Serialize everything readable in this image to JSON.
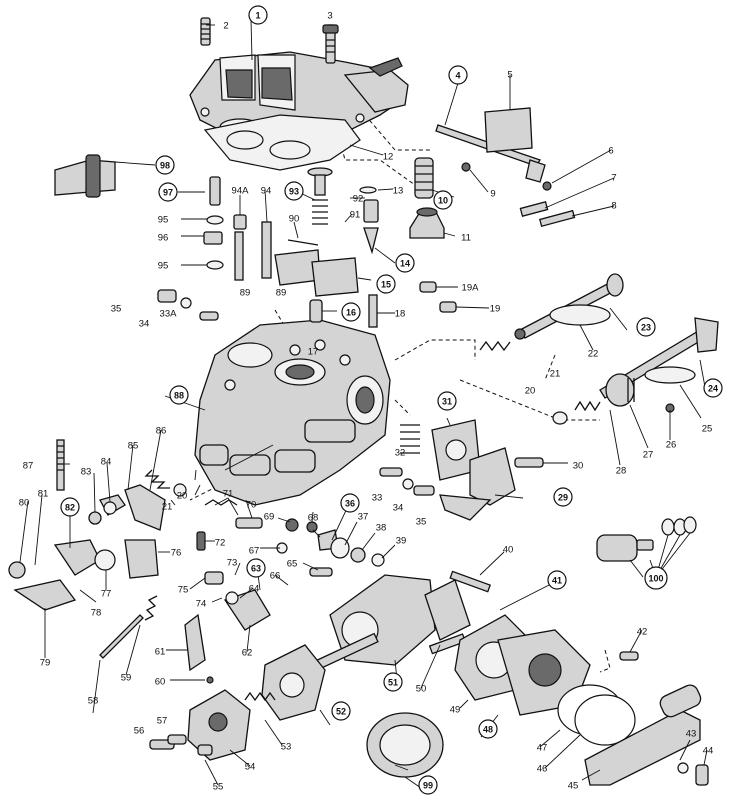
{
  "diagram": {
    "title_hidden": "",
    "labels": [
      {
        "id": "1",
        "text": "1",
        "circled": true
      },
      {
        "id": "2",
        "text": "2",
        "circled": false
      },
      {
        "id": "3",
        "text": "3",
        "circled": false
      },
      {
        "id": "4",
        "text": "4",
        "circled": true
      },
      {
        "id": "5",
        "text": "5",
        "circled": false
      },
      {
        "id": "6",
        "text": "6",
        "circled": false
      },
      {
        "id": "7",
        "text": "7",
        "circled": false
      },
      {
        "id": "8",
        "text": "8",
        "circled": false
      },
      {
        "id": "9",
        "text": "9",
        "circled": false
      },
      {
        "id": "10",
        "text": "10",
        "circled": true
      },
      {
        "id": "11",
        "text": "11",
        "circled": false
      },
      {
        "id": "12",
        "text": "12",
        "circled": false
      },
      {
        "id": "13",
        "text": "13",
        "circled": false
      },
      {
        "id": "14",
        "text": "14",
        "circled": true
      },
      {
        "id": "15",
        "text": "15",
        "circled": true
      },
      {
        "id": "16",
        "text": "16",
        "circled": true
      },
      {
        "id": "17",
        "text": "17",
        "circled": false
      },
      {
        "id": "18",
        "text": "18",
        "circled": false
      },
      {
        "id": "19",
        "text": "19",
        "circled": false
      },
      {
        "id": "19A",
        "text": "19A",
        "circled": false
      },
      {
        "id": "20a",
        "text": "20",
        "circled": false
      },
      {
        "id": "20b",
        "text": "20",
        "circled": false
      },
      {
        "id": "21a",
        "text": "21",
        "circled": false
      },
      {
        "id": "21b",
        "text": "21",
        "circled": false
      },
      {
        "id": "22",
        "text": "22",
        "circled": false
      },
      {
        "id": "23",
        "text": "23",
        "circled": true
      },
      {
        "id": "24",
        "text": "24",
        "circled": true
      },
      {
        "id": "25",
        "text": "25",
        "circled": false
      },
      {
        "id": "26",
        "text": "26",
        "circled": false
      },
      {
        "id": "27",
        "text": "27",
        "circled": false
      },
      {
        "id": "28",
        "text": "28",
        "circled": false
      },
      {
        "id": "29",
        "text": "29",
        "circled": true
      },
      {
        "id": "30",
        "text": "30",
        "circled": false
      },
      {
        "id": "31",
        "text": "31",
        "circled": true
      },
      {
        "id": "32",
        "text": "32",
        "circled": false
      },
      {
        "id": "33",
        "text": "33",
        "circled": false
      },
      {
        "id": "33A",
        "text": "33A",
        "circled": false
      },
      {
        "id": "34a",
        "text": "34",
        "circled": false
      },
      {
        "id": "34b",
        "text": "34",
        "circled": false
      },
      {
        "id": "35a",
        "text": "35",
        "circled": false
      },
      {
        "id": "35b",
        "text": "35",
        "circled": false
      },
      {
        "id": "36",
        "text": "36",
        "circled": true
      },
      {
        "id": "37",
        "text": "37",
        "circled": false
      },
      {
        "id": "38",
        "text": "38",
        "circled": false
      },
      {
        "id": "39",
        "text": "39",
        "circled": false
      },
      {
        "id": "40",
        "text": "40",
        "circled": false
      },
      {
        "id": "41",
        "text": "41",
        "circled": true
      },
      {
        "id": "42",
        "text": "42",
        "circled": false
      },
      {
        "id": "43",
        "text": "43",
        "circled": false
      },
      {
        "id": "44",
        "text": "44",
        "circled": false
      },
      {
        "id": "45",
        "text": "45",
        "circled": false
      },
      {
        "id": "46",
        "text": "46",
        "circled": false
      },
      {
        "id": "47",
        "text": "47",
        "circled": false
      },
      {
        "id": "48",
        "text": "48",
        "circled": true
      },
      {
        "id": "49",
        "text": "49",
        "circled": false
      },
      {
        "id": "50",
        "text": "50",
        "circled": false
      },
      {
        "id": "51",
        "text": "51",
        "circled": true
      },
      {
        "id": "52",
        "text": "52",
        "circled": true
      },
      {
        "id": "53",
        "text": "53",
        "circled": false
      },
      {
        "id": "54",
        "text": "54",
        "circled": false
      },
      {
        "id": "55",
        "text": "55",
        "circled": false
      },
      {
        "id": "56",
        "text": "56",
        "circled": false
      },
      {
        "id": "57",
        "text": "57",
        "circled": false
      },
      {
        "id": "58",
        "text": "58",
        "circled": false
      },
      {
        "id": "59",
        "text": "59",
        "circled": false
      },
      {
        "id": "60",
        "text": "60",
        "circled": false
      },
      {
        "id": "61",
        "text": "61",
        "circled": false
      },
      {
        "id": "62",
        "text": "62",
        "circled": false
      },
      {
        "id": "63",
        "text": "63",
        "circled": true
      },
      {
        "id": "64",
        "text": "64",
        "circled": false
      },
      {
        "id": "65",
        "text": "65",
        "circled": false
      },
      {
        "id": "66",
        "text": "66",
        "circled": false
      },
      {
        "id": "67",
        "text": "67",
        "circled": false
      },
      {
        "id": "68",
        "text": "68",
        "circled": false
      },
      {
        "id": "69",
        "text": "69",
        "circled": false
      },
      {
        "id": "70",
        "text": "70",
        "circled": false
      },
      {
        "id": "71",
        "text": "71",
        "circled": false
      },
      {
        "id": "72",
        "text": "72",
        "circled": false
      },
      {
        "id": "73",
        "text": "73",
        "circled": false
      },
      {
        "id": "74",
        "text": "74",
        "circled": false
      },
      {
        "id": "75",
        "text": "75",
        "circled": false
      },
      {
        "id": "76",
        "text": "76",
        "circled": false
      },
      {
        "id": "77",
        "text": "77",
        "circled": false
      },
      {
        "id": "78",
        "text": "78",
        "circled": false
      },
      {
        "id": "79",
        "text": "79",
        "circled": false
      },
      {
        "id": "80",
        "text": "80",
        "circled": false
      },
      {
        "id": "81",
        "text": "81",
        "circled": false
      },
      {
        "id": "82",
        "text": "82",
        "circled": true
      },
      {
        "id": "83",
        "text": "83",
        "circled": false
      },
      {
        "id": "84",
        "text": "84",
        "circled": false
      },
      {
        "id": "85",
        "text": "85",
        "circled": false
      },
      {
        "id": "86",
        "text": "86",
        "circled": false
      },
      {
        "id": "87",
        "text": "87",
        "circled": false
      },
      {
        "id": "88",
        "text": "88",
        "circled": true
      },
      {
        "id": "89a",
        "text": "89",
        "circled": false
      },
      {
        "id": "89b",
        "text": "89",
        "circled": false
      },
      {
        "id": "90",
        "text": "90",
        "circled": false
      },
      {
        "id": "91",
        "text": "91",
        "circled": false
      },
      {
        "id": "92",
        "text": "92",
        "circled": false
      },
      {
        "id": "93",
        "text": "93",
        "circled": true
      },
      {
        "id": "94",
        "text": "94",
        "circled": false
      },
      {
        "id": "94A",
        "text": "94A",
        "circled": false
      },
      {
        "id": "95a",
        "text": "95",
        "circled": false
      },
      {
        "id": "95b",
        "text": "95",
        "circled": false
      },
      {
        "id": "96",
        "text": "96",
        "circled": false
      },
      {
        "id": "97",
        "text": "97",
        "circled": true
      },
      {
        "id": "98",
        "text": "98",
        "circled": true
      },
      {
        "id": "99",
        "text": "99",
        "circled": true
      },
      {
        "id": "100",
        "text": "100",
        "circled": true
      }
    ]
  }
}
